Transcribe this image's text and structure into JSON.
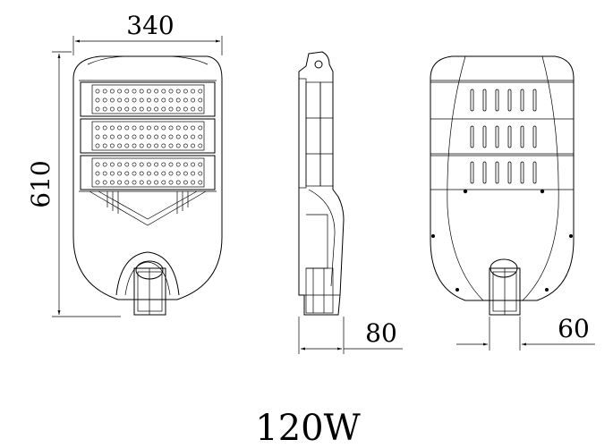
{
  "drawing": {
    "title": "120W",
    "dimensions": {
      "width": "340",
      "height": "610",
      "side_depth": "80",
      "mount_width": "60"
    }
  }
}
